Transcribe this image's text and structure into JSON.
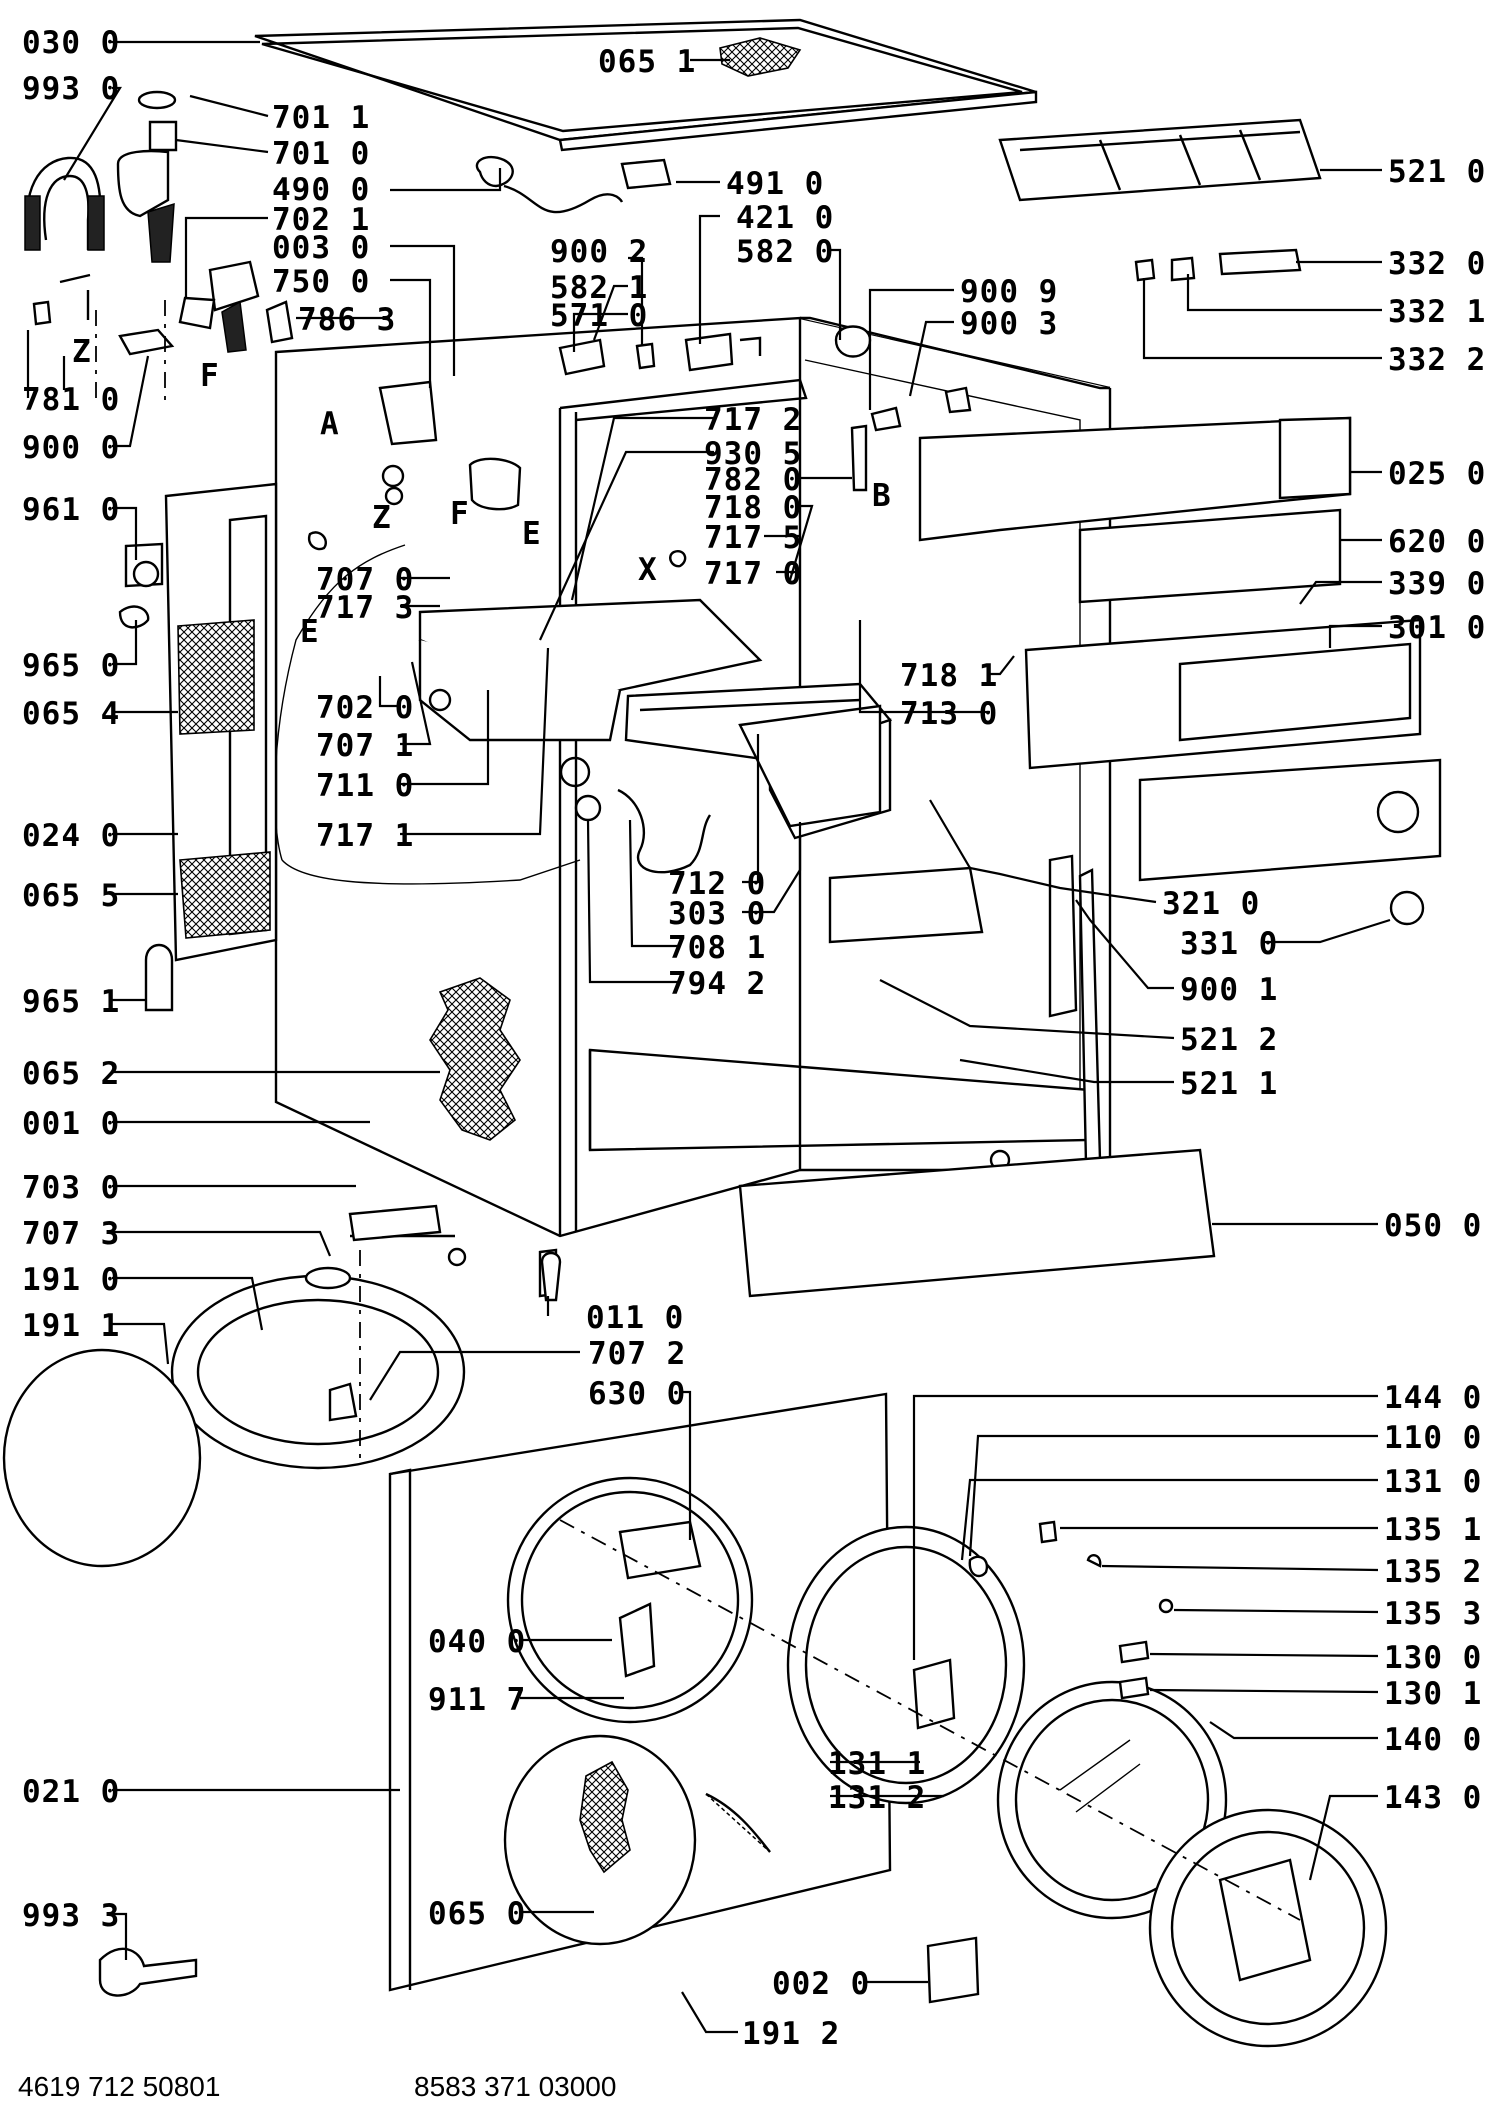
{
  "labels_left": [
    {
      "id": "030-0",
      "text": "030 0"
    },
    {
      "id": "993-0",
      "text": "993 0"
    },
    {
      "id": "781-0",
      "text": "781 0"
    },
    {
      "id": "900-0",
      "text": "900 0"
    },
    {
      "id": "961-0",
      "text": "961 0"
    },
    {
      "id": "965-0",
      "text": "965 0"
    },
    {
      "id": "065-4",
      "text": "065 4"
    },
    {
      "id": "024-0",
      "text": "024 0"
    },
    {
      "id": "065-5",
      "text": "065 5"
    },
    {
      "id": "965-1",
      "text": "965 1"
    },
    {
      "id": "065-2",
      "text": "065 2"
    },
    {
      "id": "001-0",
      "text": "001 0"
    },
    {
      "id": "703-0",
      "text": "703 0"
    },
    {
      "id": "707-3",
      "text": "707 3"
    },
    {
      "id": "191-0",
      "text": "191 0"
    },
    {
      "id": "191-1",
      "text": "191 1"
    },
    {
      "id": "021-0",
      "text": "021 0"
    },
    {
      "id": "993-3",
      "text": "993 3"
    }
  ],
  "labels_center": [
    {
      "id": "065-1",
      "text": "065 1"
    },
    {
      "id": "701-1",
      "text": "701 1"
    },
    {
      "id": "701-0",
      "text": "701 0"
    },
    {
      "id": "490-0",
      "text": "490 0"
    },
    {
      "id": "702-1",
      "text": "702 1"
    },
    {
      "id": "003-0",
      "text": "003 0"
    },
    {
      "id": "750-0",
      "text": "750 0"
    },
    {
      "id": "786-3",
      "text": "786 3"
    },
    {
      "id": "491-0",
      "text": "491 0"
    },
    {
      "id": "421-0",
      "text": "421 0"
    },
    {
      "id": "582-0",
      "text": "582 0"
    },
    {
      "id": "900-2",
      "text": "900 2"
    },
    {
      "id": "582-1",
      "text": "582 1"
    },
    {
      "id": "571-0",
      "text": "571 0"
    },
    {
      "id": "900-9",
      "text": "900 9"
    },
    {
      "id": "900-3",
      "text": "900 3"
    },
    {
      "id": "717-2",
      "text": "717 2"
    },
    {
      "id": "930-5",
      "text": "930 5"
    },
    {
      "id": "782-0",
      "text": "782 0"
    },
    {
      "id": "718-0",
      "text": "718 0"
    },
    {
      "id": "717-5",
      "text": "717 5"
    },
    {
      "id": "717-0b",
      "text": "717 0"
    },
    {
      "id": "707-0",
      "text": "707 0"
    },
    {
      "id": "717-3",
      "text": "717 3"
    },
    {
      "id": "702-0",
      "text": "702 0"
    },
    {
      "id": "707-1",
      "text": "707 1"
    },
    {
      "id": "711-0",
      "text": "711 0"
    },
    {
      "id": "717-1",
      "text": "717 1"
    },
    {
      "id": "718-1",
      "text": "718 1"
    },
    {
      "id": "713-0",
      "text": "713 0"
    },
    {
      "id": "712-0",
      "text": "712 0"
    },
    {
      "id": "303-0",
      "text": "303 0"
    },
    {
      "id": "708-1",
      "text": "708 1"
    },
    {
      "id": "794-2",
      "text": "794 2"
    },
    {
      "id": "011-0",
      "text": "011 0"
    },
    {
      "id": "707-2",
      "text": "707 2"
    },
    {
      "id": "630-0",
      "text": "630 0"
    },
    {
      "id": "040-0",
      "text": "040 0"
    },
    {
      "id": "911-7",
      "text": "911 7"
    },
    {
      "id": "065-0",
      "text": "065 0"
    },
    {
      "id": "131-1",
      "text": "131 1"
    },
    {
      "id": "131-2",
      "text": "131 2"
    },
    {
      "id": "002-0",
      "text": "002 0"
    },
    {
      "id": "191-2",
      "text": "191 2"
    }
  ],
  "labels_right": [
    {
      "id": "521-0",
      "text": "521 0"
    },
    {
      "id": "332-0",
      "text": "332 0"
    },
    {
      "id": "332-1",
      "text": "332 1"
    },
    {
      "id": "332-2",
      "text": "332 2"
    },
    {
      "id": "025-0",
      "text": "025 0"
    },
    {
      "id": "620-0",
      "text": "620 0"
    },
    {
      "id": "339-0",
      "text": "339 0"
    },
    {
      "id": "301-0",
      "text": "301 0"
    },
    {
      "id": "321-0",
      "text": "321 0"
    },
    {
      "id": "331-0",
      "text": "331 0"
    },
    {
      "id": "900-1",
      "text": "900 1"
    },
    {
      "id": "521-2",
      "text": "521 2"
    },
    {
      "id": "521-1",
      "text": "521 1"
    },
    {
      "id": "050-0",
      "text": "050 0"
    },
    {
      "id": "144-0",
      "text": "144 0"
    },
    {
      "id": "110-0",
      "text": "110 0"
    },
    {
      "id": "131-0",
      "text": "131 0"
    },
    {
      "id": "135-1",
      "text": "135 1"
    },
    {
      "id": "135-2",
      "text": "135 2"
    },
    {
      "id": "135-3",
      "text": "135 3"
    },
    {
      "id": "130-0",
      "text": "130 0"
    },
    {
      "id": "130-1",
      "text": "130 1"
    },
    {
      "id": "140-0",
      "text": "140 0"
    },
    {
      "id": "143-0",
      "text": "143 0"
    }
  ],
  "letter_marks": [
    {
      "id": "Z1",
      "text": "Z"
    },
    {
      "id": "F1",
      "text": "F"
    },
    {
      "id": "A",
      "text": "A"
    },
    {
      "id": "Z2",
      "text": "Z"
    },
    {
      "id": "F2",
      "text": "F"
    },
    {
      "id": "E1",
      "text": "E"
    },
    {
      "id": "B",
      "text": "B"
    },
    {
      "id": "X",
      "text": "X"
    },
    {
      "id": "E2",
      "text": "E"
    }
  ],
  "footer": {
    "left_code": "4619 712 50801",
    "right_code": "8583 371 03000"
  }
}
